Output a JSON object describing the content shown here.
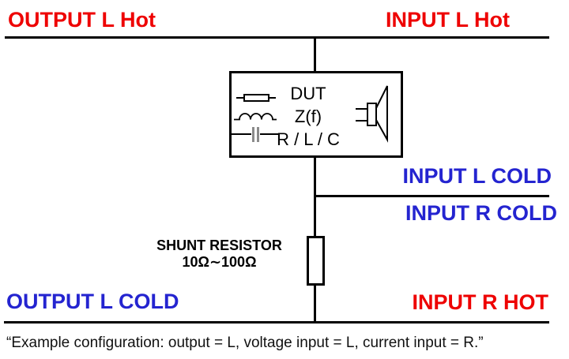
{
  "colors": {
    "hot": "#ee0000",
    "cold": "#2424d0",
    "line": "#000000",
    "capacitor_plate": "#8a8a8a"
  },
  "labels": {
    "output_l_hot": "OUTPUT L Hot",
    "input_l_hot": "INPUT L Hot",
    "input_l_cold": "INPUT L COLD",
    "input_r_cold": "INPUT R COLD",
    "output_l_cold": "OUTPUT L COLD",
    "input_r_hot": "INPUT R HOT"
  },
  "dut": {
    "line1": "DUT",
    "line2": "Z(f)",
    "line3": "R / L / C"
  },
  "shunt": {
    "title": "SHUNT RESISTOR",
    "range": "10Ω∼100Ω"
  },
  "caption": "“Example configuration: output = L, voltage input = L, current input = R.”"
}
